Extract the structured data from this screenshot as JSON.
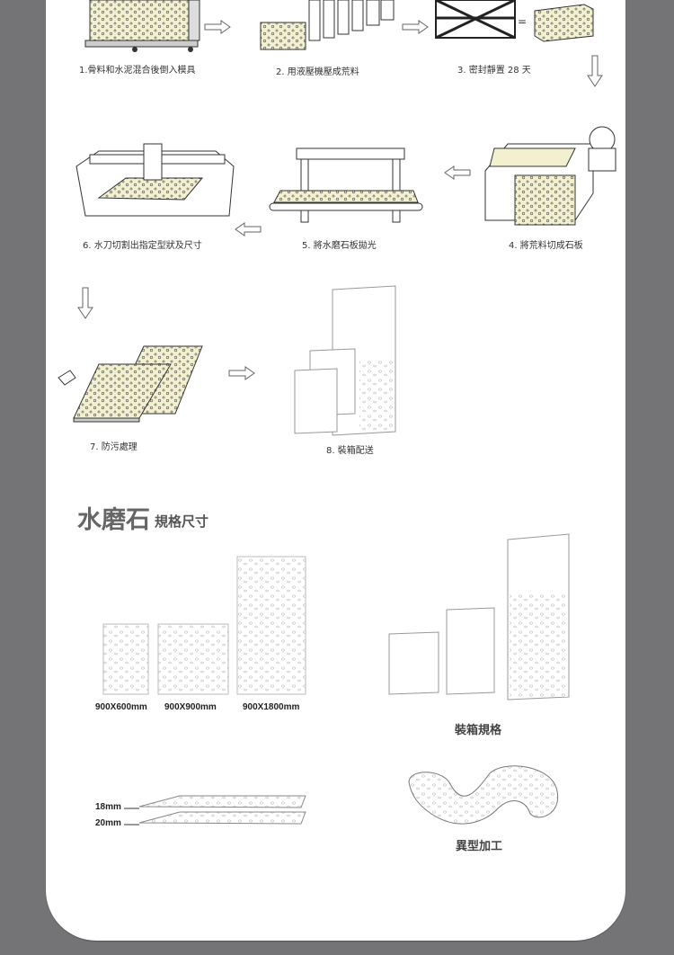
{
  "steps": [
    {
      "label": "1.骨料和水泥混合後倒入模具"
    },
    {
      "label": "2. 用液壓機壓成荒料"
    },
    {
      "label": "3. 密封靜置 28 天"
    },
    {
      "label": "4. 將荒料切成石板"
    },
    {
      "label": "5. 將水磨石板拋光"
    },
    {
      "label": "6. 水刀切割出指定型狀及尺寸"
    },
    {
      "label": "7. 防污處理"
    },
    {
      "label": "8. 裝箱配送"
    }
  ],
  "specs": {
    "title_main": "水磨石",
    "title_sub": "規格尺寸",
    "sizes": [
      "900X600mm",
      "900X900mm",
      "900X1800mm"
    ],
    "packing_label": "裝箱規格",
    "thickness": [
      "18mm",
      "20mm"
    ],
    "custom_label": "異型加工"
  },
  "colors": {
    "background": "#747476",
    "card": "#ffffff",
    "block_fill": "#f3f0cf",
    "line": "#444444"
  }
}
